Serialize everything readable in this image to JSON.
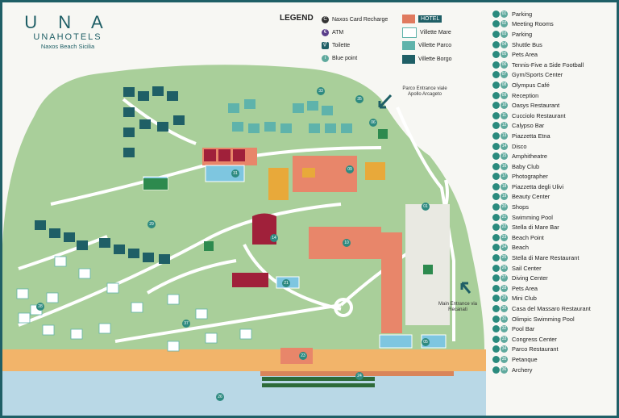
{
  "brand": {
    "mark": "U N A",
    "name": "UNAHOTELS",
    "subtitle": "Naxos Beach Sicilia"
  },
  "legend": {
    "title": "LEGEND",
    "items": [
      {
        "label": "Naxos Card Recharge",
        "icon": "card-recharge-icon",
        "color": "#333333"
      },
      {
        "label": "ATM",
        "icon": "atm-icon",
        "color": "#5a3e8a"
      },
      {
        "label": "Toilette",
        "icon": "toilet-icon",
        "color": "#1f5f66"
      },
      {
        "label": "Blue point",
        "icon": "info-icon",
        "color": "#5fa99d"
      },
      {
        "label": "HOTEL",
        "icon": "hotel-swatch",
        "color": "#e07a5f"
      },
      {
        "label": "Villette Mare",
        "icon": "villette-mare-swatch",
        "color": "#ffffff"
      },
      {
        "label": "Villette Parco",
        "icon": "villette-parco-swatch",
        "color": "#5fb3ab"
      },
      {
        "label": "Villette Borgo",
        "icon": "villette-borgo-swatch",
        "color": "#1f5f66"
      }
    ]
  },
  "entrances": {
    "park": "Parco Entrance viale Apollo Arcageto",
    "main": "Main Entrance via Recanati"
  },
  "colors": {
    "grass": "#a9cf9a",
    "path": "#ffffff",
    "beach": "#f2b46a",
    "sea": "#b9d8e6",
    "hotel": "#e8866a",
    "pool": "#7ec6e0",
    "villetta_borgo": "#1f5f66",
    "villetta_parco": "#5fb3ab",
    "restaurant": "#a0203a",
    "accent": "#2e8a80"
  },
  "services": [
    {
      "num": "01",
      "label": "Parking"
    },
    {
      "num": "02",
      "label": "Meeting Rooms"
    },
    {
      "num": "03",
      "label": "Parking"
    },
    {
      "num": "04",
      "label": "Shuttle Bus"
    },
    {
      "num": "05",
      "label": "Pets Area"
    },
    {
      "num": "06",
      "label": "Tennis-Five a Side Football"
    },
    {
      "num": "07",
      "label": "Gym/Sports Center"
    },
    {
      "num": "08",
      "label": "Olympus Café"
    },
    {
      "num": "09",
      "label": "Reception"
    },
    {
      "num": "10",
      "label": "Oasys Restaurant"
    },
    {
      "num": "11",
      "label": "Cucciolo Restaurant"
    },
    {
      "num": "12",
      "label": "Calypso Bar"
    },
    {
      "num": "13",
      "label": "Piazzetta Etna"
    },
    {
      "num": "14",
      "label": "Disco"
    },
    {
      "num": "15",
      "label": "Amphitheatre"
    },
    {
      "num": "16",
      "label": "Baby Club"
    },
    {
      "num": "17",
      "label": "Photographer"
    },
    {
      "num": "18",
      "label": "Piazzetta degli Ulivi"
    },
    {
      "num": "19",
      "label": "Beauty Center"
    },
    {
      "num": "20",
      "label": "Shops"
    },
    {
      "num": "21",
      "label": "Swimming Pool"
    },
    {
      "num": "22",
      "label": "Stella di Mare Bar"
    },
    {
      "num": "23",
      "label": "Beach Point"
    },
    {
      "num": "24",
      "label": "Beach"
    },
    {
      "num": "25",
      "label": "Stella di Mare Restaurant"
    },
    {
      "num": "26",
      "label": "Sail Center"
    },
    {
      "num": "27",
      "label": "Diving Center"
    },
    {
      "num": "28",
      "label": "Pets Area"
    },
    {
      "num": "29",
      "label": "Mini Club"
    },
    {
      "num": "30",
      "label": "Casa del Massaro Restaurant"
    },
    {
      "num": "31",
      "label": "Olimpic Swimming Pool"
    },
    {
      "num": "32",
      "label": "Pool Bar"
    },
    {
      "num": "33",
      "label": "Congress Center"
    },
    {
      "num": "34",
      "label": "Parco Restaurant"
    },
    {
      "num": "35",
      "label": "Petanque"
    },
    {
      "num": "36",
      "label": "Archery"
    }
  ]
}
